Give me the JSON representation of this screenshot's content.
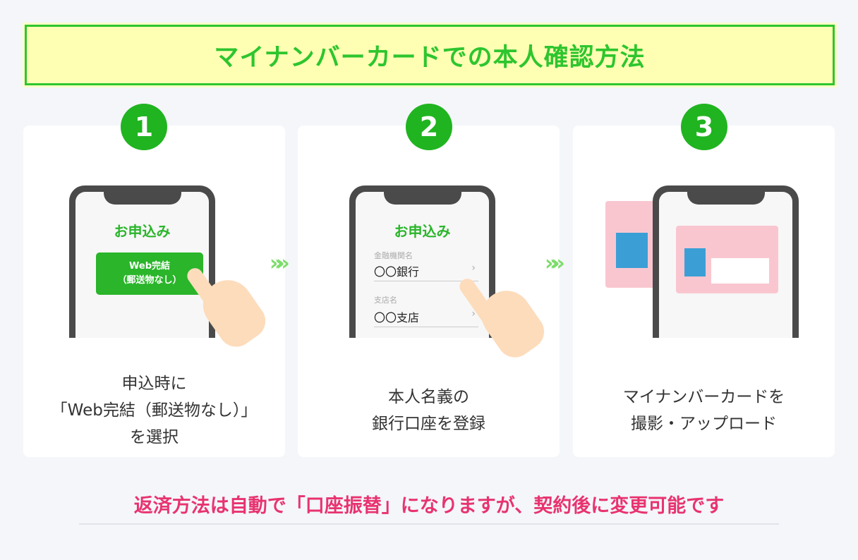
{
  "title": "マイナンバーカードでの本人確認方法",
  "steps": [
    {
      "number": "1",
      "screen_title": "お申込み",
      "button_line1": "Web完結",
      "button_line2": "（郵送物なし）",
      "caption": [
        "申込時に",
        "「Web完結（郵送物なし）」",
        "を選択"
      ]
    },
    {
      "number": "2",
      "screen_title": "お申込み",
      "field1_label": "金融機関名",
      "field1_value": "〇〇銀行",
      "field2_label": "支店名",
      "field2_value": "〇〇支店",
      "caption": [
        "本人名義の",
        "銀行口座を登録"
      ]
    },
    {
      "number": "3",
      "caption": [
        "マイナンバーカードを",
        "撮影・アップロード"
      ]
    }
  ],
  "arrow": "»»",
  "footer": "返済方法は自動で「口座振替」になりますが、契約後に変更可能です",
  "colors": {
    "green": "#2ec52e",
    "pink": "#e8336f"
  }
}
